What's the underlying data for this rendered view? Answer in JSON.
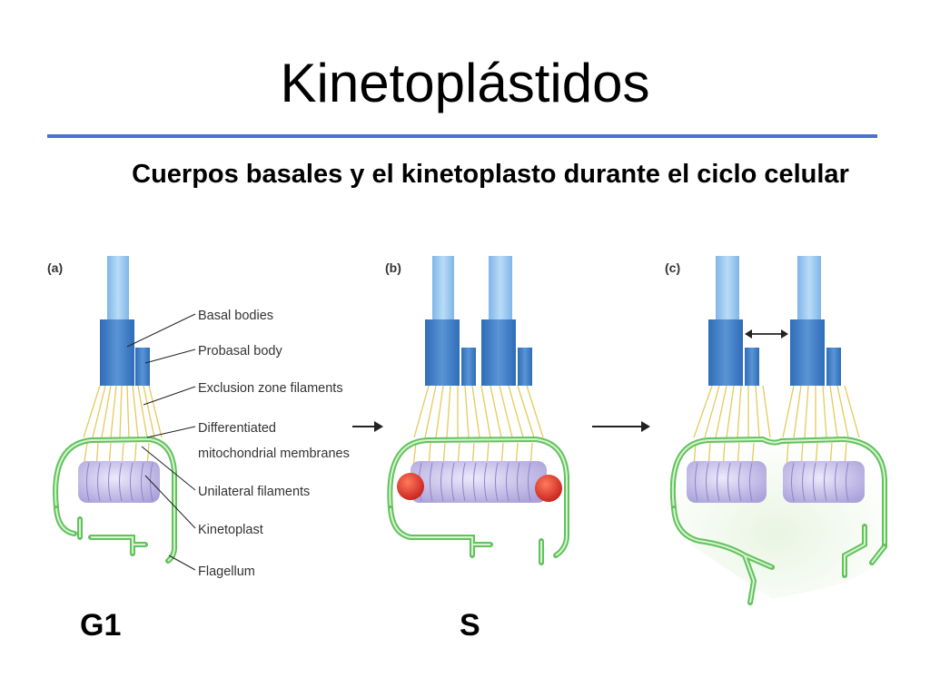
{
  "slide": {
    "title": "Kinetoplástidos",
    "subtitle": "Cuerpos basales y el kinetoplasto durante el ciclo celular"
  },
  "figure": {
    "panels": [
      "(a)",
      "(b)",
      "(c)"
    ],
    "labels": [
      "Basal bodies",
      "Probasal body",
      "Exclusion zone filaments",
      "Differentiated",
      "mitochondrial membranes",
      "Unilateral filaments",
      "Kinetoplast",
      "Flagellum"
    ]
  },
  "stages": {
    "g1": "G1",
    "s": "S"
  },
  "colors": {
    "flagellum_light": "#9dcbf0",
    "basal_body": "#3f7fc8",
    "filament": "#e6c95a",
    "membrane": "#62c25e",
    "kinetoplast": "#c6c0ea",
    "granule": "#d9322a",
    "rule": "#4a6fd8"
  }
}
